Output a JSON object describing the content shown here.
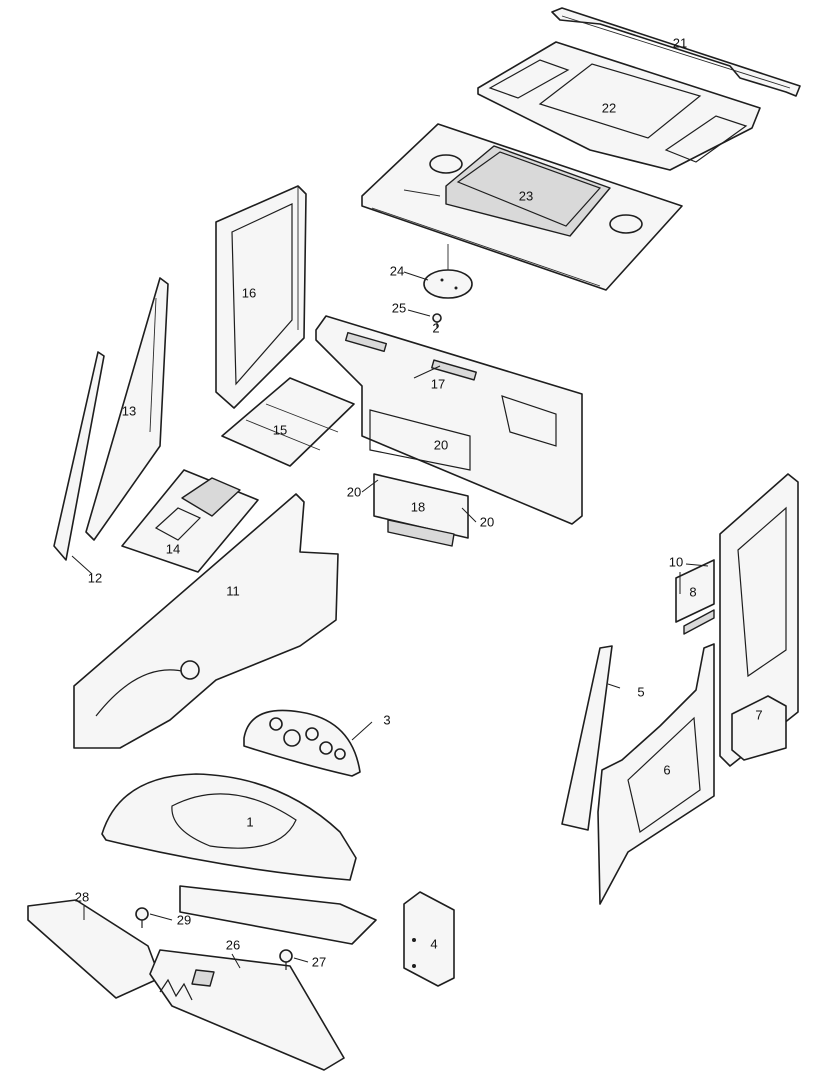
{
  "callouts": [
    "1",
    "2",
    "3",
    "4",
    "5",
    "6",
    "7",
    "8",
    "10",
    "11",
    "12",
    "13",
    "14",
    "15",
    "16",
    "17",
    "18",
    "20",
    "20",
    "20",
    "21",
    "22",
    "23",
    "24",
    "25",
    "26",
    "27",
    "28",
    "29"
  ]
}
